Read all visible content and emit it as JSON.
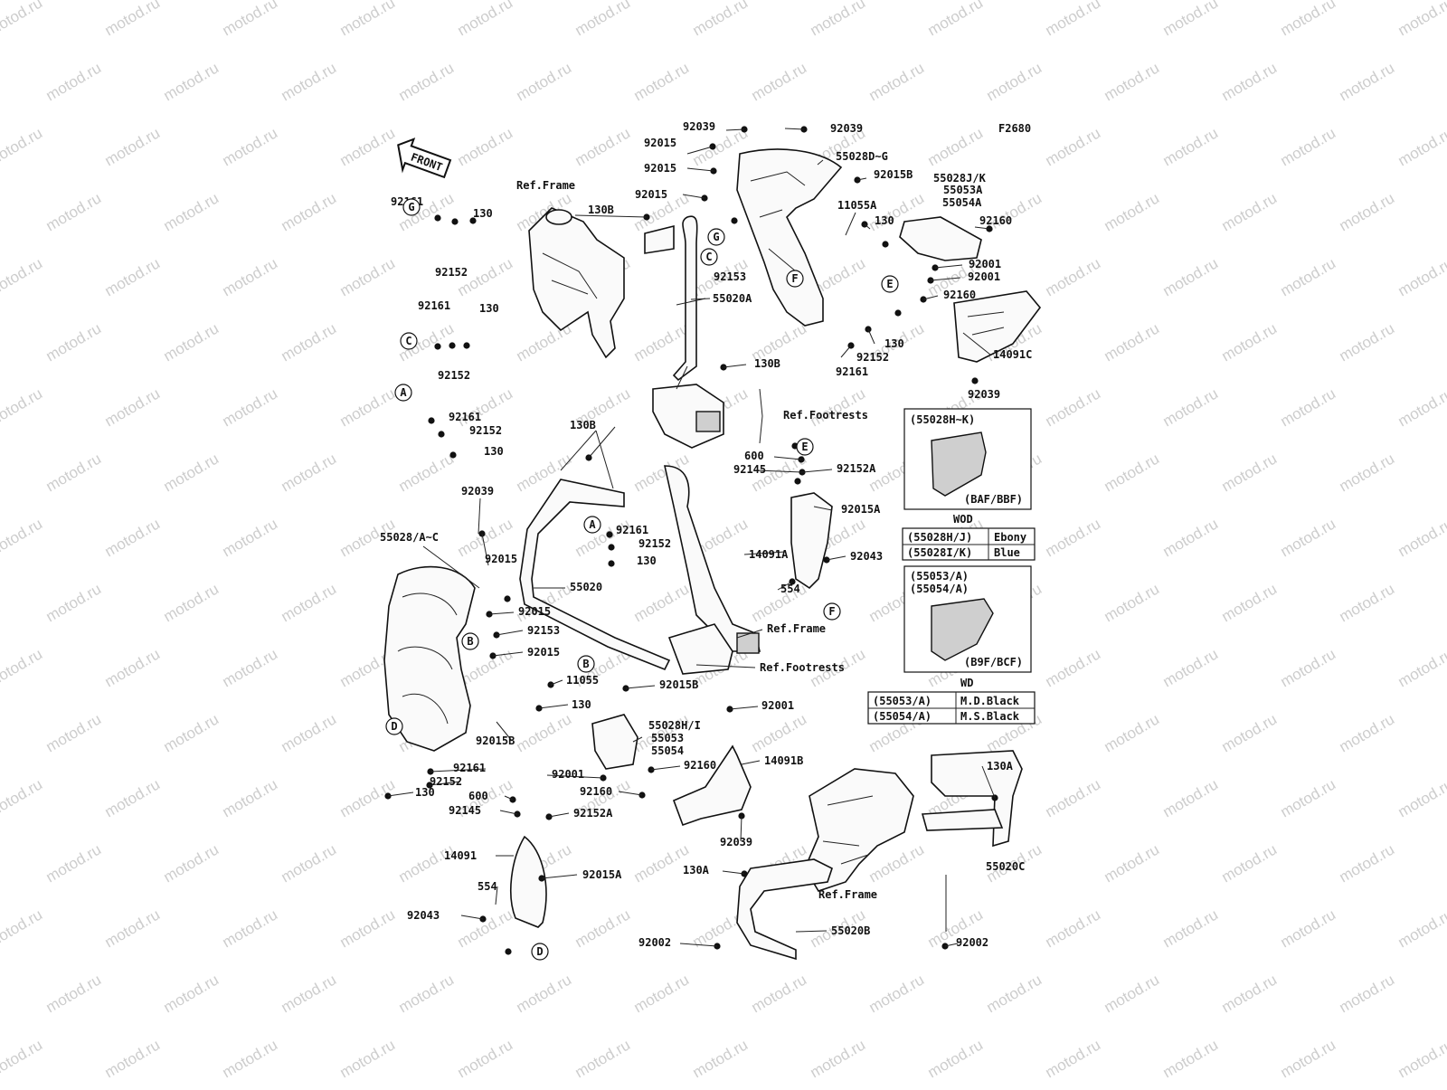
{
  "diagram": {
    "figure_code": "F2680",
    "front_arrow": "FRONT",
    "watermark": "motod.ru",
    "labels": [
      "92039",
      "92039",
      "92015",
      "92015",
      "92015",
      "55028D~G",
      "92015B",
      "55028J/K",
      "55053A",
      "55054A",
      "Ref.Frame",
      "130B",
      "11055A",
      "130",
      "92160",
      "92001",
      "92001",
      "92153",
      "55020A",
      "92160",
      "14091C",
      "130",
      "92152",
      "92161",
      "130B",
      "Ref.Footrests",
      "92039",
      "92161",
      "130",
      "92152",
      "92161",
      "130",
      "92152",
      "92161",
      "92152",
      "130",
      "130B",
      "92039",
      "55028/A~C",
      "92015",
      "92015",
      "92153",
      "92015",
      "92161",
      "92152",
      "130",
      "55020",
      "Ref.Frame",
      "Ref.Footrests",
      "600",
      "92145",
      "92152A",
      "92015A",
      "14091A",
      "92043",
      "554",
      "11055",
      "92015B",
      "130",
      "92001",
      "55028H/I",
      "55053",
      "55054",
      "92015B",
      "92001",
      "92160",
      "14091B",
      "92160",
      "92039",
      "92161",
      "92152",
      "130",
      "600",
      "92145",
      "92152A",
      "14091",
      "92015A",
      "554",
      "92043",
      "130A",
      "130A",
      "Ref.Frame",
      "55020C",
      "55020B",
      "92002",
      "92002"
    ],
    "callouts": [
      "G",
      "C",
      "F",
      "E",
      "G",
      "C",
      "A",
      "A",
      "B",
      "E",
      "F",
      "B",
      "D",
      "D"
    ],
    "legend_wod": {
      "box_title": "(55028H~K)",
      "code": "(BAF/BBF)",
      "heading": "WOD",
      "rows": [
        {
          "part": "(55028H/J)",
          "color": "Ebony"
        },
        {
          "part": "(55028I/K)",
          "color": "Blue"
        }
      ]
    },
    "legend_wd": {
      "box_title_1": "(55053/A)",
      "box_title_2": "(55054/A)",
      "code": "(B9F/BCF)",
      "heading": "WD",
      "rows": [
        {
          "part": "(55053/A)",
          "color": "M.D.Black"
        },
        {
          "part": "(55054/A)",
          "color": "M.S.Black"
        }
      ]
    }
  }
}
